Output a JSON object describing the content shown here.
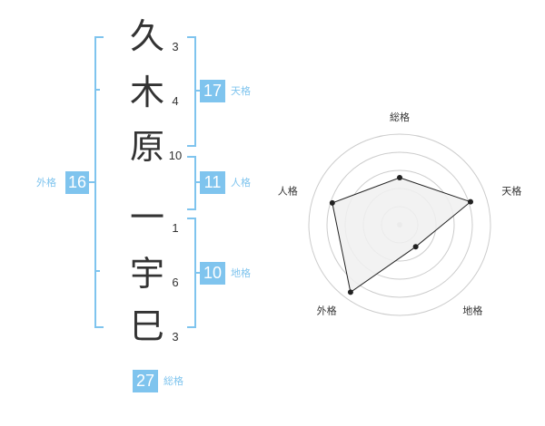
{
  "name_chars": [
    {
      "char": "久",
      "strokes": "3"
    },
    {
      "char": "木",
      "strokes": "4"
    },
    {
      "char": "原",
      "strokes": "10"
    },
    {
      "char": "一",
      "strokes": "1"
    },
    {
      "char": "宇",
      "strokes": "6"
    },
    {
      "char": "巳",
      "strokes": "3"
    }
  ],
  "kakusu": {
    "tenkaku": {
      "value": "17",
      "label": "天格"
    },
    "jinkaku": {
      "value": "11",
      "label": "人格"
    },
    "chikaku": {
      "value": "10",
      "label": "地格"
    },
    "gaikaku": {
      "value": "16",
      "label": "外格"
    },
    "soukaku": {
      "value": "27",
      "label": "総格"
    }
  },
  "radar": {
    "axes": [
      "総格",
      "天格",
      "地格",
      "外格",
      "人格"
    ],
    "values": [
      0.52,
      0.82,
      0.3,
      0.92,
      0.78
    ],
    "line_color": "#222222",
    "fill_color": "#f0f0f0",
    "ring_color": "#cccccc"
  },
  "colors": {
    "accent": "#7fc4ee",
    "text": "#333333"
  }
}
